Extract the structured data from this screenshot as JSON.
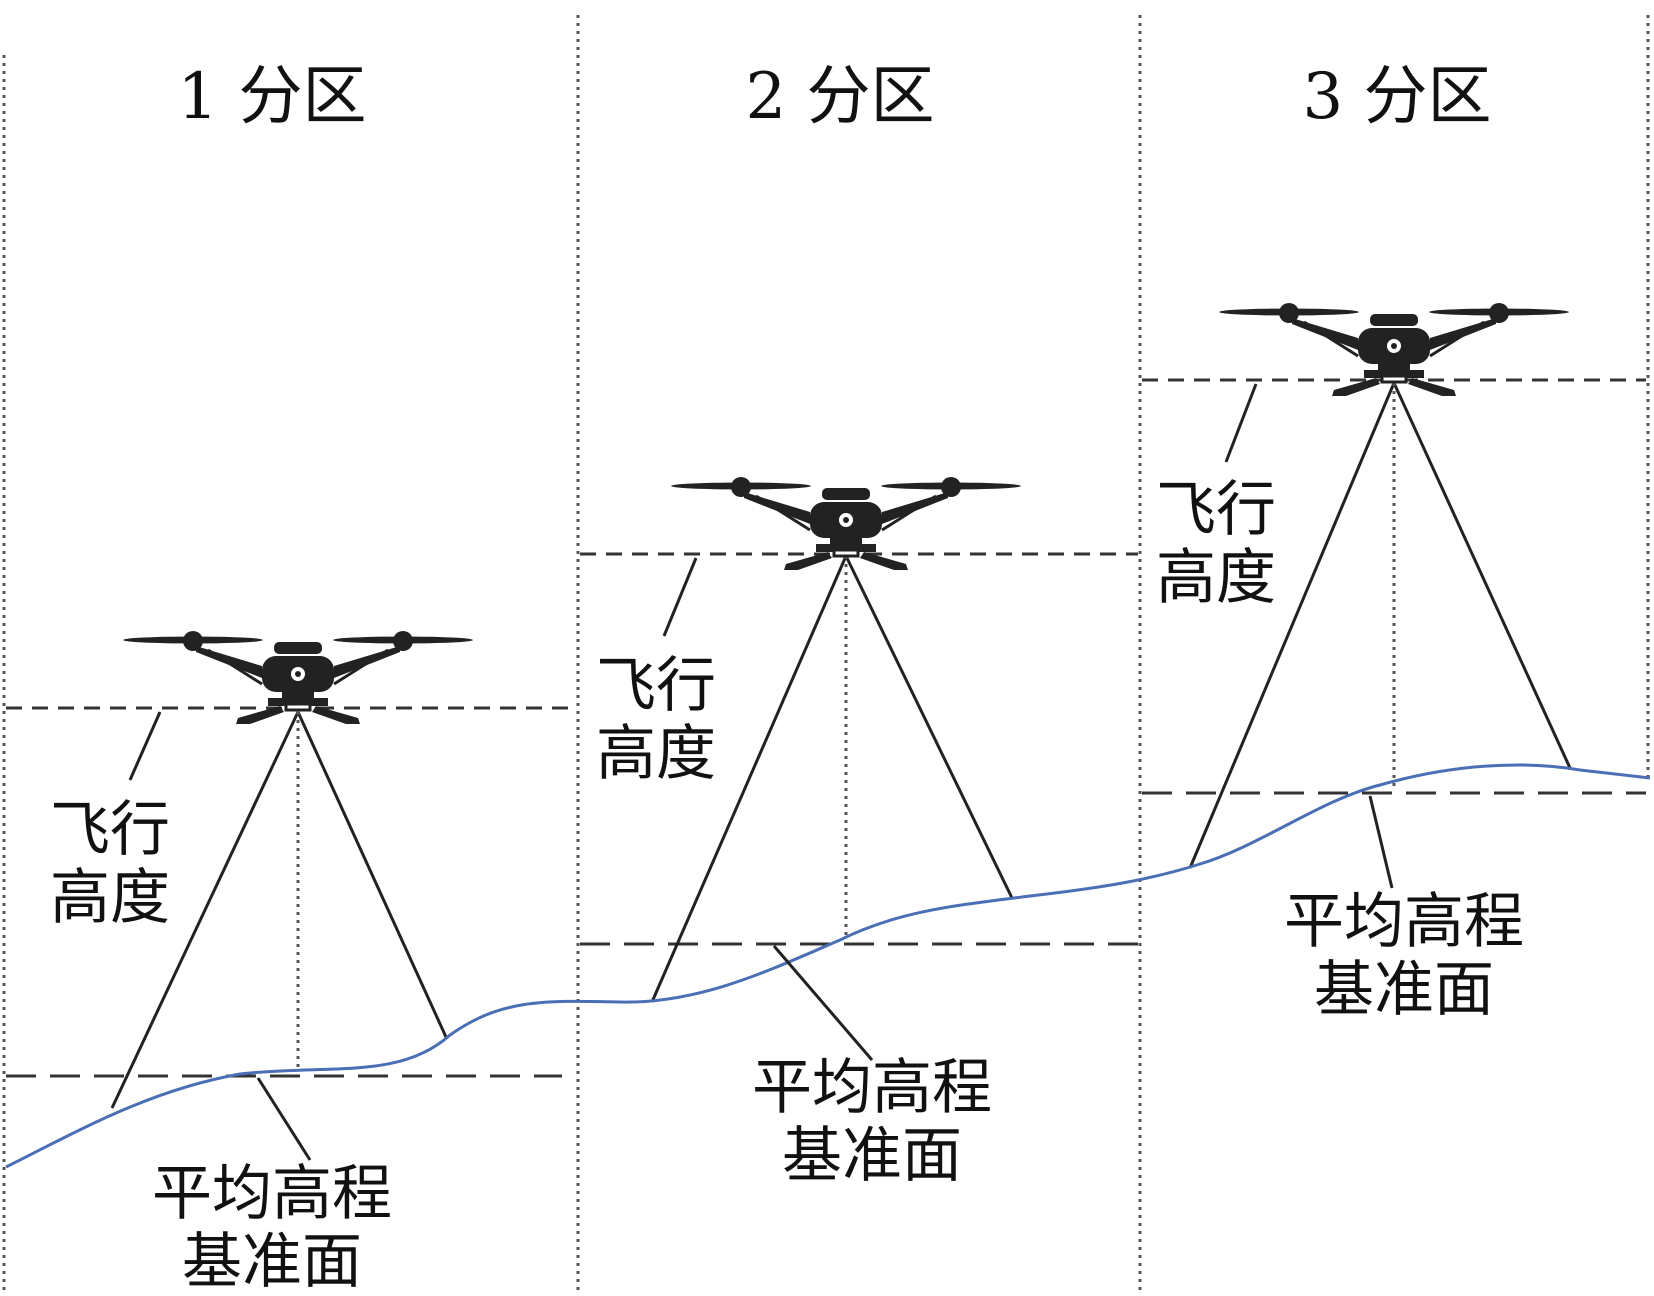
{
  "colors": {
    "ink": "#111111",
    "drone": "#222222",
    "terrain": "#4a6fb5",
    "guide": "#555555",
    "background": "#ffffff"
  },
  "zones": [
    {
      "title": "1 分区",
      "flight_height_label": [
        "飞行",
        "高度"
      ],
      "datum_label": [
        "平均高程",
        "基准面"
      ]
    },
    {
      "title": "2 分区",
      "flight_height_label": [
        "飞行",
        "高度"
      ],
      "datum_label": [
        "平均高程",
        "基准面"
      ]
    },
    {
      "title": "3 分区",
      "flight_height_label": [
        "飞行",
        "高度"
      ],
      "datum_label": [
        "平均高程",
        "基准面"
      ]
    }
  ],
  "icons": {
    "drone": "quadcopter-drone-icon"
  }
}
